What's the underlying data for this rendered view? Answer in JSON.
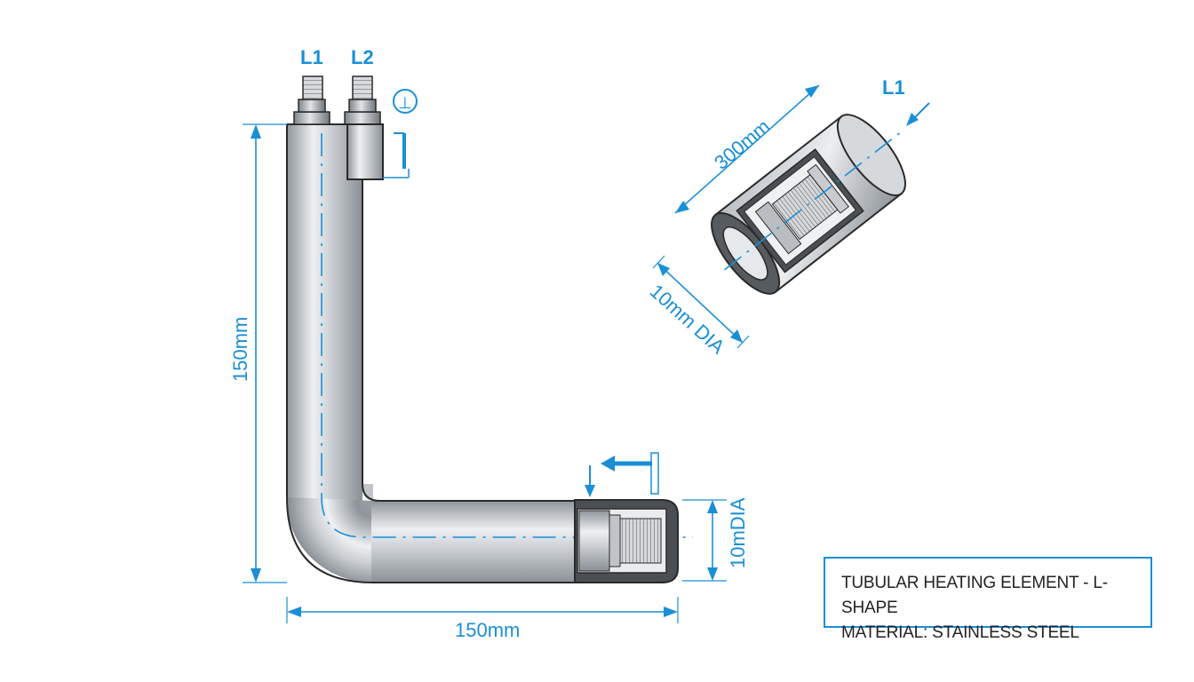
{
  "terminals": {
    "l1": "L1",
    "l2": "L2",
    "detail_l1": "L1",
    "ground_symbol": "⊥"
  },
  "dimensions": {
    "height": "150mm",
    "width": "150mm",
    "tube_diameter": "10mDIA",
    "detail_length": "300mm",
    "detail_diameter": "10mm DIA"
  },
  "title_block": {
    "line1": "TUBULAR HEATING ELEMENT - L-SHAPE",
    "line2": "MATERIAL: STAINLESS STEEL"
  },
  "colors": {
    "dimension": "#1a8fd6",
    "steel_light": "#e6e9ec",
    "steel_dark": "#9aa0a6",
    "outline": "#2a2a2a"
  }
}
